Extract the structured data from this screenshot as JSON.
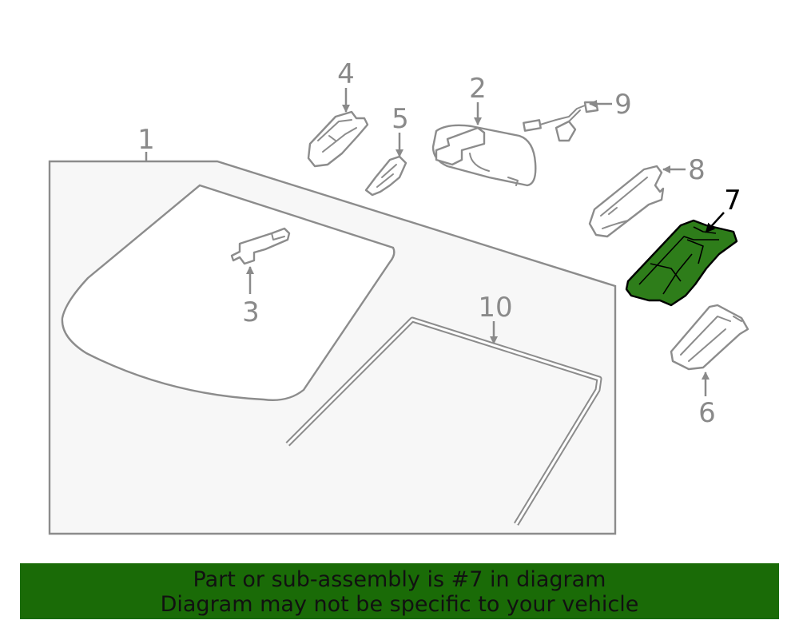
{
  "callouts": {
    "c1": "1",
    "c2": "2",
    "c3": "3",
    "c4": "4",
    "c5": "5",
    "c6": "6",
    "c7": "7",
    "c8": "8",
    "c9": "9",
    "c10": "10"
  },
  "highlighted_part": "7",
  "colors": {
    "highlight_fill": "#2e7d1a",
    "banner_bg": "#1a6b07",
    "line_gray": "#8c8c8c",
    "panel_bg": "#f7f7f7"
  },
  "banner": {
    "line1": "Part or sub-assembly is #7 in diagram",
    "line2": "Diagram may not be specific to your vehicle"
  }
}
